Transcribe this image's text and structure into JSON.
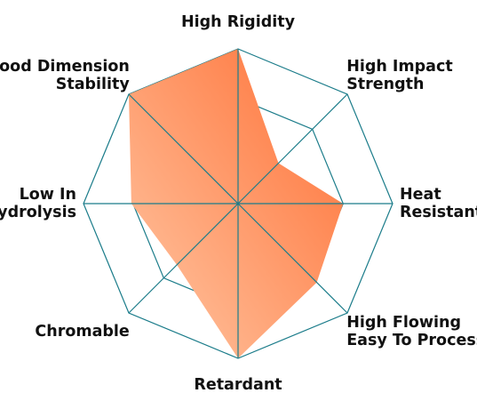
{
  "chart_data": {
    "type": "radar",
    "title": "",
    "categories": [
      [
        "High Rigidity"
      ],
      [
        "High Impact",
        "Strength"
      ],
      [
        "Heat",
        "Resistant"
      ],
      [
        "High Flowing",
        "Easy To Process"
      ],
      [
        "Retardant"
      ],
      [
        "Chromable"
      ],
      [
        "Low In",
        "Hydrolysis"
      ],
      [
        "Good Dimension",
        "Stability"
      ]
    ],
    "series": [
      {
        "values": [
          1.0,
          0.37,
          0.68,
          0.72,
          1.0,
          0.56,
          0.69,
          1.0
        ]
      }
    ],
    "range": [
      0,
      1
    ],
    "grid_rings": [
      0.68,
      1.0
    ],
    "colors": {
      "fill_start": "#ffc9a6",
      "fill_end": "#ff6e33",
      "grid": "#1b7c8a",
      "text": "#111111"
    }
  }
}
